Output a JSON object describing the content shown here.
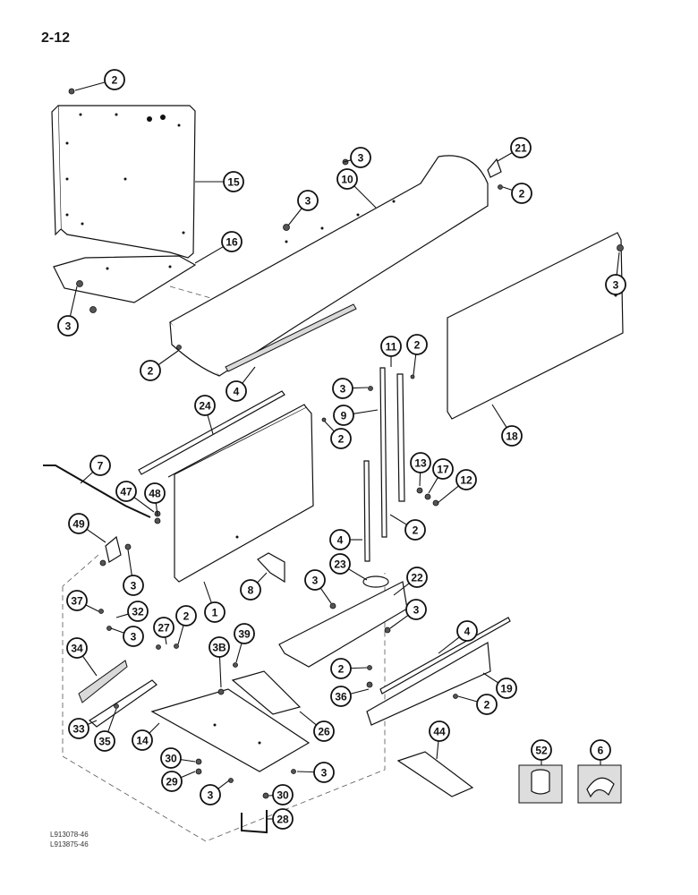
{
  "page": {
    "page_number": "2-12",
    "reference_codes": [
      "L913078-46",
      "L913875-46"
    ]
  },
  "callouts": [
    {
      "id": "c-2-a",
      "label": "2"
    },
    {
      "id": "c-15",
      "label": "15"
    },
    {
      "id": "c-16",
      "label": "16"
    },
    {
      "id": "c-3-a",
      "label": "3"
    },
    {
      "id": "c-3-b",
      "label": "3"
    },
    {
      "id": "c-10",
      "label": "10"
    },
    {
      "id": "c-21",
      "label": "21"
    },
    {
      "id": "c-2-b",
      "label": "2"
    },
    {
      "id": "c-3-c",
      "label": "3"
    },
    {
      "id": "c-2-c",
      "label": "2"
    },
    {
      "id": "c-4-a",
      "label": "4"
    },
    {
      "id": "c-3-d",
      "label": "3"
    },
    {
      "id": "c-11",
      "label": "11"
    },
    {
      "id": "c-2-d",
      "label": "2"
    },
    {
      "id": "c-3-e",
      "label": "3"
    },
    {
      "id": "c-9",
      "label": "9"
    },
    {
      "id": "c-18",
      "label": "18"
    },
    {
      "id": "c-24",
      "label": "24"
    },
    {
      "id": "c-2-e",
      "label": "2"
    },
    {
      "id": "c-7",
      "label": "7"
    },
    {
      "id": "c-13",
      "label": "13"
    },
    {
      "id": "c-17",
      "label": "17"
    },
    {
      "id": "c-12",
      "label": "12"
    },
    {
      "id": "c-47",
      "label": "47"
    },
    {
      "id": "c-48",
      "label": "48"
    },
    {
      "id": "c-2-f",
      "label": "2"
    },
    {
      "id": "c-49",
      "label": "49"
    },
    {
      "id": "c-4-b",
      "label": "4"
    },
    {
      "id": "c-3-f",
      "label": "3"
    },
    {
      "id": "c-8",
      "label": "8"
    },
    {
      "id": "c-1",
      "label": "1"
    },
    {
      "id": "c-23",
      "label": "23"
    },
    {
      "id": "c-22",
      "label": "22"
    },
    {
      "id": "c-3-g",
      "label": "3"
    },
    {
      "id": "c-37",
      "label": "37"
    },
    {
      "id": "c-32",
      "label": "32"
    },
    {
      "id": "c-3-h",
      "label": "3"
    },
    {
      "id": "c-27",
      "label": "27"
    },
    {
      "id": "c-2-g",
      "label": "2"
    },
    {
      "id": "c-3-i",
      "label": "3"
    },
    {
      "id": "c-4-c",
      "label": "4"
    },
    {
      "id": "c-38",
      "label": "3B"
    },
    {
      "id": "c-39",
      "label": "39"
    },
    {
      "id": "c-34",
      "label": "34"
    },
    {
      "id": "c-2-h",
      "label": "2"
    },
    {
      "id": "c-36",
      "label": "36"
    },
    {
      "id": "c-19",
      "label": "19"
    },
    {
      "id": "c-2-i",
      "label": "2"
    },
    {
      "id": "c-33",
      "label": "33"
    },
    {
      "id": "c-35",
      "label": "35"
    },
    {
      "id": "c-14",
      "label": "14"
    },
    {
      "id": "c-26",
      "label": "26"
    },
    {
      "id": "c-44",
      "label": "44"
    },
    {
      "id": "c-52",
      "label": "52"
    },
    {
      "id": "c-6",
      "label": "6"
    },
    {
      "id": "c-30-a",
      "label": "30"
    },
    {
      "id": "c-29",
      "label": "29"
    },
    {
      "id": "c-3-j",
      "label": "3"
    },
    {
      "id": "c-3-k",
      "label": "3"
    },
    {
      "id": "c-30-b",
      "label": "30"
    },
    {
      "id": "c-28",
      "label": "28"
    }
  ]
}
